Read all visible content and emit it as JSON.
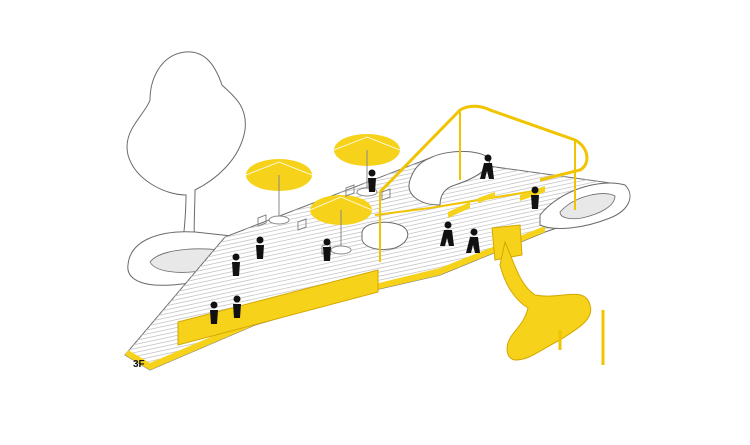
{
  "floor_label": "3F",
  "sign_text": "",
  "colors": {
    "accent_yellow": "#f7d21a",
    "railing_yellow": "#f0c400",
    "person": "#111111",
    "outline": "#6b6b6b",
    "deck_hatch": "#c9c9c9"
  },
  "icons": [
    "tree",
    "umbrella",
    "slide",
    "railing",
    "person",
    "bench",
    "chair",
    "table"
  ]
}
